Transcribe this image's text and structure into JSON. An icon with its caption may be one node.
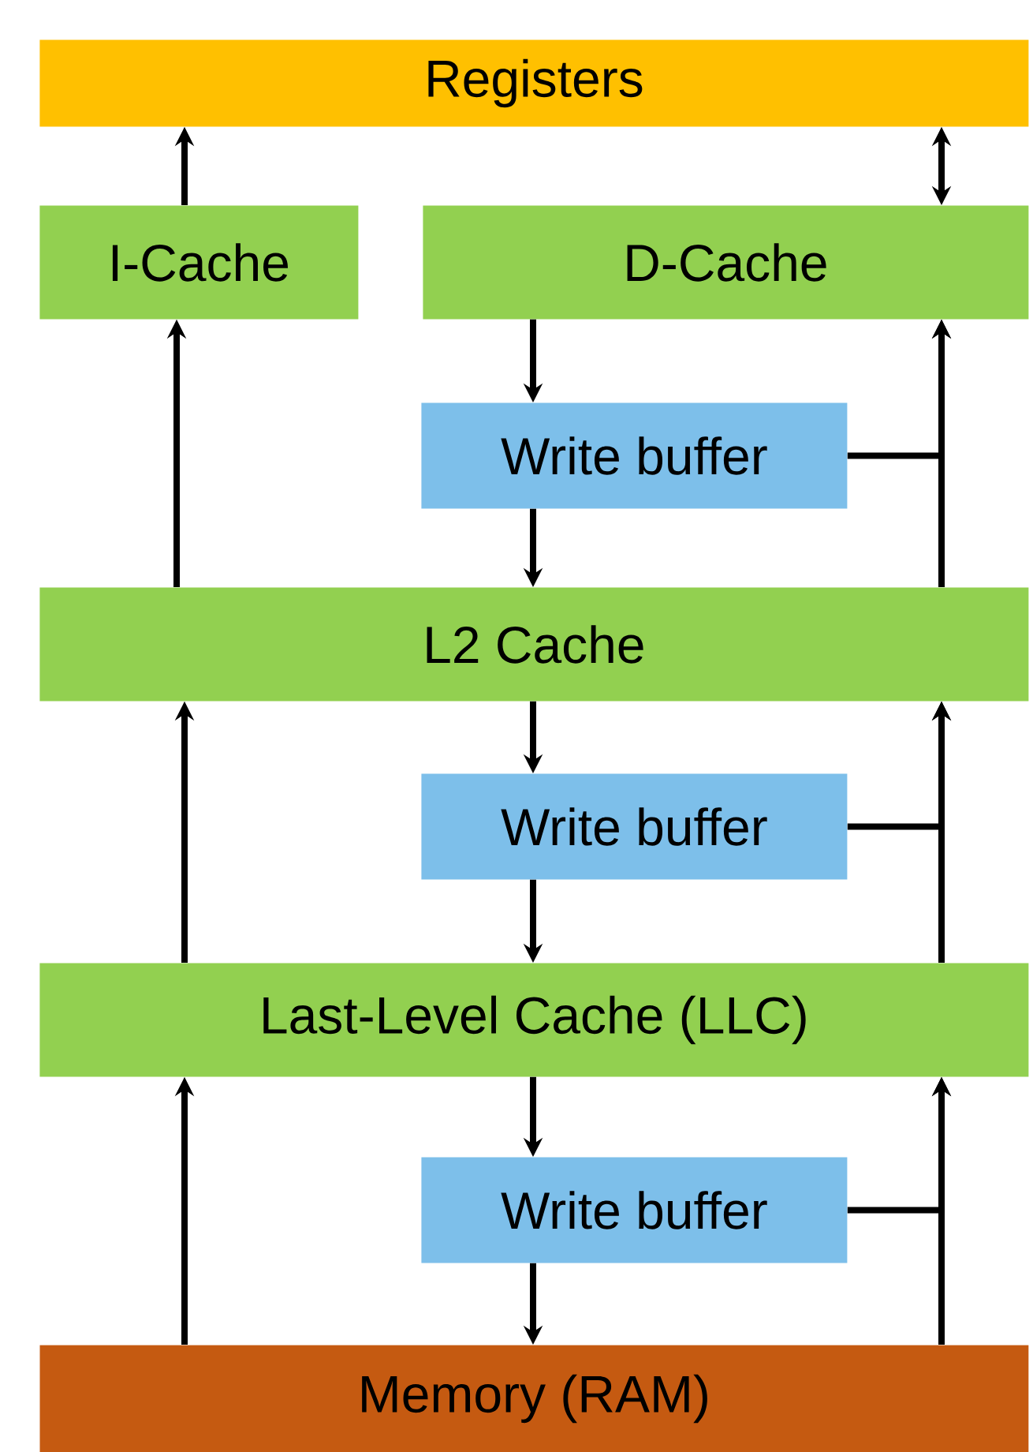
{
  "diagram": {
    "nodes": [
      {
        "text": [
          "Registers"
        ]
      },
      {
        "text": [
          "I-Cache"
        ]
      },
      {
        "text": [
          "D-Cache"
        ]
      },
      {
        "text": [
          "Write buffer"
        ]
      },
      {
        "text": [
          "L2 Cache"
        ]
      },
      {
        "text": [
          "Write buffer"
        ]
      },
      {
        "text": [
          "Last-Level Cache (LLC)"
        ]
      },
      {
        "text": [
          "Write buffer"
        ]
      },
      {
        "text": [
          "Memory (RAM)"
        ]
      }
    ],
    "edges": [
      {
        "from": 1,
        "to": 0,
        "arrow": "to"
      },
      {
        "from": 2,
        "to": 0,
        "arrow": "both"
      },
      {
        "from": 4,
        "to": 1,
        "arrow": "to"
      },
      {
        "from": 2,
        "to": 3,
        "arrow": "to"
      },
      {
        "from": 3,
        "to": 4,
        "arrow": "to"
      },
      {
        "from": 3,
        "to": 2,
        "arrow": "to"
      },
      {
        "from": 4,
        "to": 2,
        "arrow": "to"
      },
      {
        "from": 6,
        "to": 4,
        "arrow": "to"
      },
      {
        "from": 4,
        "to": 5,
        "arrow": "to"
      },
      {
        "from": 5,
        "to": 6,
        "arrow": "to"
      },
      {
        "from": 5,
        "to": 4,
        "arrow": "to"
      },
      {
        "from": 6,
        "to": 4,
        "arrow": "to"
      },
      {
        "from": 8,
        "to": 6,
        "arrow": "to"
      },
      {
        "from": 6,
        "to": 7,
        "arrow": "to"
      },
      {
        "from": 7,
        "to": 8,
        "arrow": "to"
      },
      {
        "from": 7,
        "to": 6,
        "arrow": "to"
      },
      {
        "from": 8,
        "to": 6,
        "arrow": "to"
      }
    ]
  }
}
